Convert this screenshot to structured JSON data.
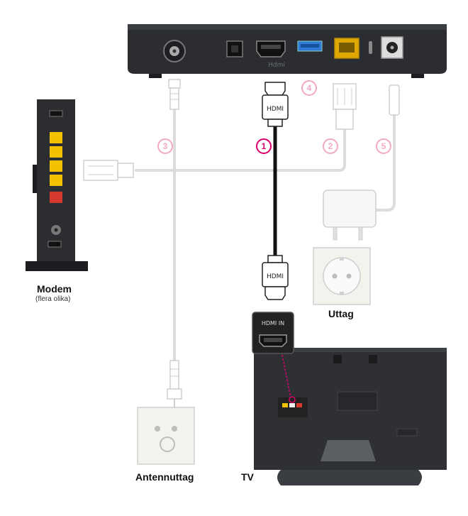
{
  "labels": {
    "modem": "Modem",
    "modem_sub": "(flera olika)",
    "outlet": "Uttag",
    "antenna": "Antennuttag",
    "tv": "TV",
    "hdmi_plug_text": "HDMI",
    "tv_port_text": "HDMI IN",
    "stb_hdmi_port_text": "Hdmi"
  },
  "steps": [
    "1",
    "2",
    "3",
    "4",
    "5"
  ],
  "colors": {
    "accent": "#d8006b",
    "accent_light": "#f2a9c8",
    "cable_light": "#dddddd",
    "hdmi_cable": "#111111",
    "device_dark": "#2b2d31",
    "lan_yellow": "#f2c200",
    "lan_red": "#d63a2f"
  }
}
